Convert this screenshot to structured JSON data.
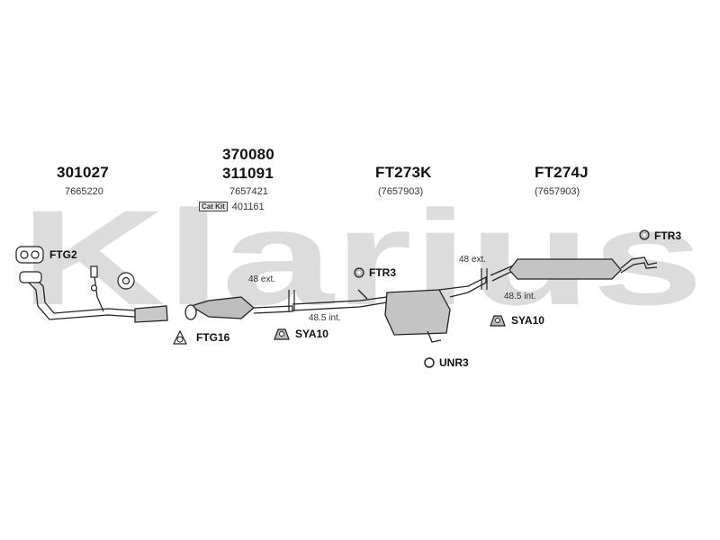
{
  "watermark": "Klarius",
  "sections": [
    {
      "part": "301027",
      "oe": "7665220"
    },
    {
      "part_top": "370080",
      "part": "311091",
      "oe": "7657421",
      "catkit_tag": "Cat Kit",
      "catkit_number": "401161"
    },
    {
      "part": "FT273K",
      "oe": "(7657903)"
    },
    {
      "part": "FT274J",
      "oe": "(7657903)"
    }
  ],
  "fittings": {
    "ftg2": "FTG2",
    "ftg16": "FTG16",
    "sya10_a": "SYA10",
    "ftr3_a": "FTR3",
    "unr3": "UNR3",
    "sya10_b": "SYA10",
    "ftr3_b": "FTR3"
  },
  "dimensions": {
    "ext_a": "48 ext.",
    "int_a": "48.5 int.",
    "ext_b": "48 ext.",
    "int_b": "48.5 int."
  },
  "colors": {
    "watermark": "#dcdcdc",
    "line": "#222222",
    "part_fill": "#bdbdbd"
  }
}
